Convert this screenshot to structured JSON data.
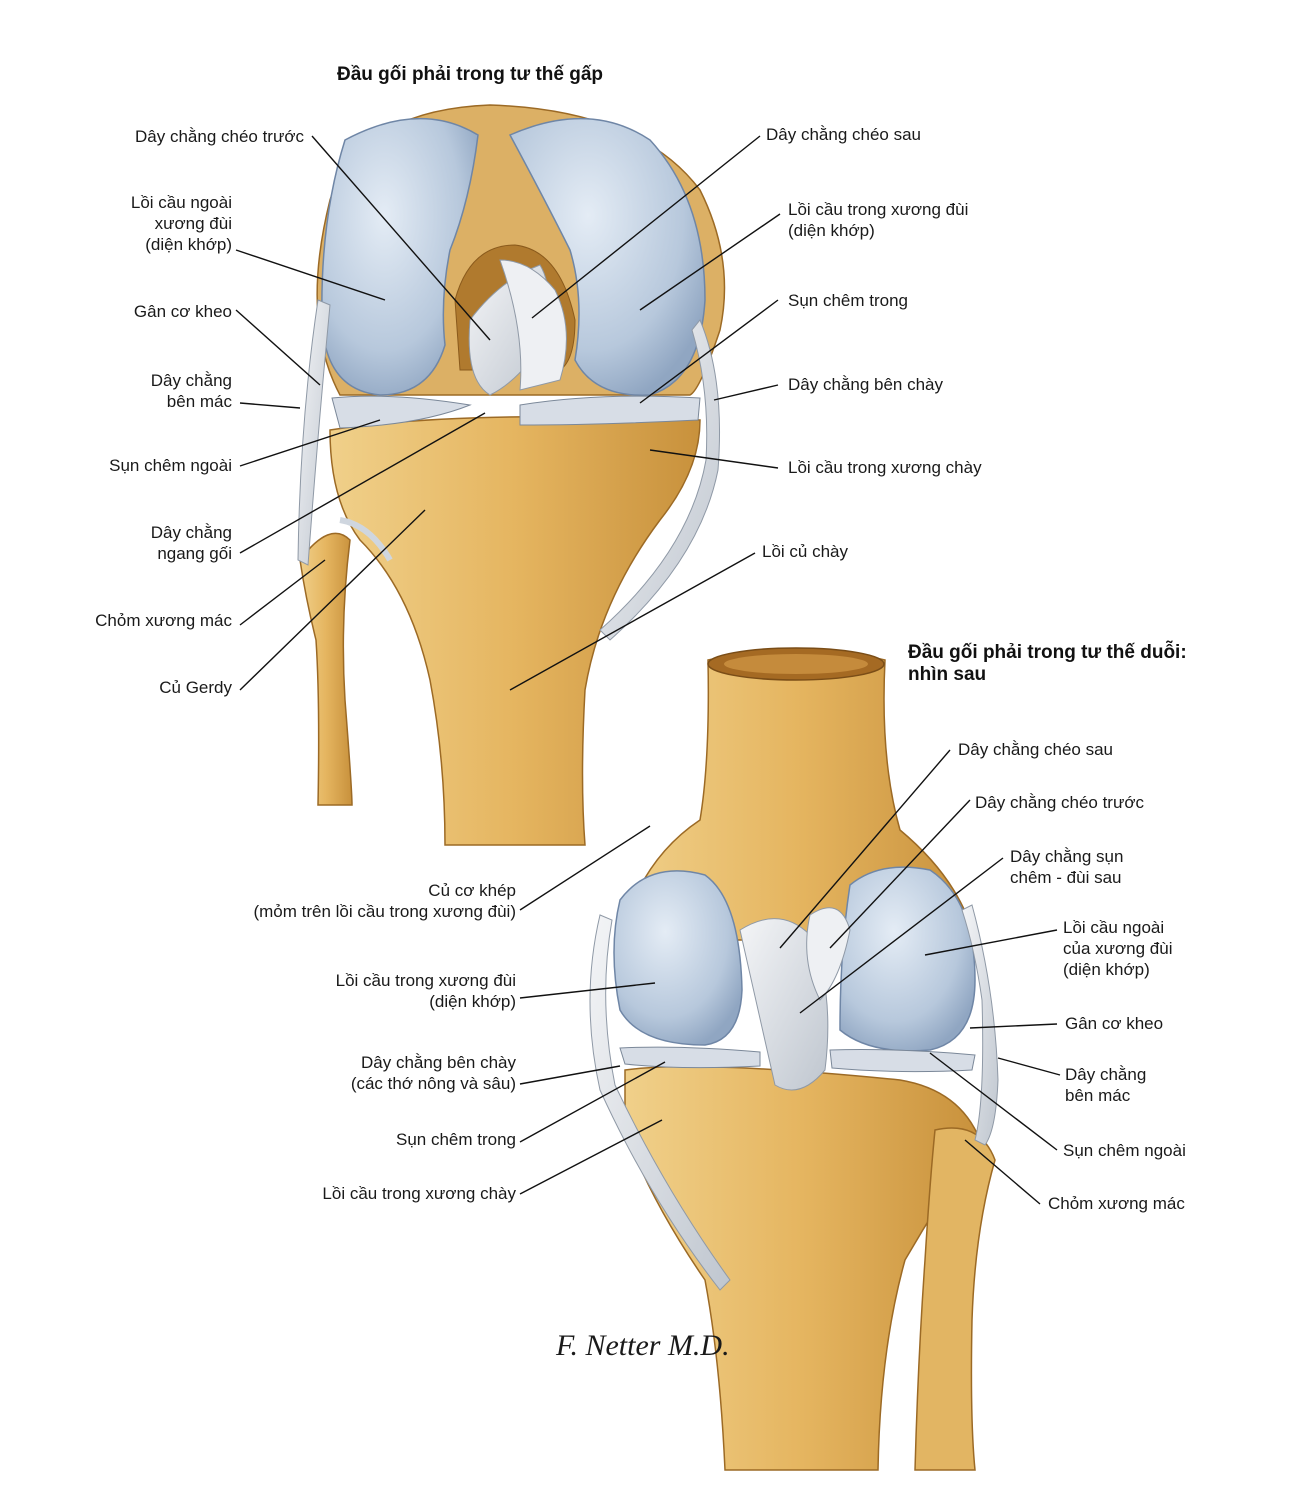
{
  "figure_flexed": {
    "title": "Đầu gối phải trong tư thế gấp",
    "labels_left": [
      "Dây chằng chéo trước",
      "Lồi cầu ngoài\nxương đùi\n(diện khớp)",
      "Gân cơ kheo",
      "Dây chằng\nbên mác",
      "Sụn chêm ngoài",
      "Dây chằng\nngang gối",
      "Chỏm xương mác",
      "Củ Gerdy"
    ],
    "labels_right": [
      "Dây chằng chéo sau",
      "Lồi cầu trong xương đùi\n(diện khớp)",
      "Sụn chêm trong",
      "Dây chằng bên chày",
      "Lồi cầu trong xương chày",
      "Lồi củ chày"
    ]
  },
  "figure_extended": {
    "title": "Đầu gối phải trong tư thế duỗi:\nnhìn sau",
    "labels_left": [
      "Củ cơ khép\n(mỏm trên lồi cầu trong xương đùi)",
      "Lồi cầu trong xương đùi\n(diện khớp)",
      "Dây chằng bên chày\n(các thớ nông và sâu)",
      "Sụn chêm trong",
      "Lồi cầu trong xương chày"
    ],
    "labels_right": [
      "Dây chằng chéo sau",
      "Dây chằng chéo trước",
      "Dây chằng sụn\nchêm - đùi sau",
      "Lồi cầu ngoài\ncủa xương đùi\n(diện khớp)",
      "Gân cơ kheo",
      "Dây chằng\nbên mác",
      "Sụn chêm ngoài",
      "Chỏm xương mác"
    ]
  },
  "signature": "F. Netter M.D.",
  "colors": {
    "bone": "#e6b866",
    "bone_dark": "#c98f3a",
    "cartilage": "#b9c9dd",
    "cartilage_light": "#dbe4ef",
    "ligament": "#e3e6ea",
    "line": "#111111"
  }
}
